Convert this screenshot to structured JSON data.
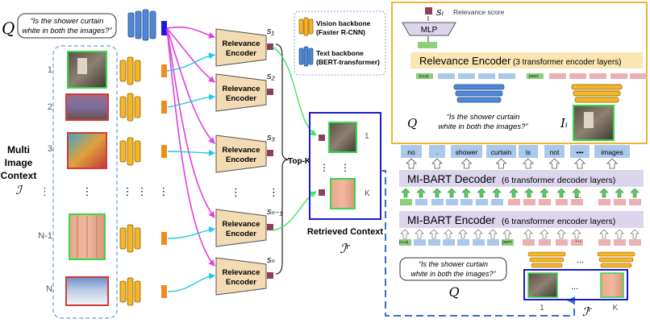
{
  "query": {
    "symbol": "Q",
    "text_line1": "“Is the shower curtain",
    "text_line2": "white in both the images?”",
    "text_single": "“Is the shower curtain white in both the images?”"
  },
  "legend": {
    "vision_label_1": "Vision backbone",
    "vision_label_2": "(Faster R-CNN)",
    "text_label_1": "Text backbone",
    "text_label_2": "(BERT-transformer)"
  },
  "context": {
    "label_1": "Multi",
    "label_2": "Image",
    "label_3": "Context",
    "symbol": "ℐ",
    "row_labels": [
      "1",
      "2",
      "3",
      "⋮",
      "N-1",
      "N"
    ]
  },
  "encoder": {
    "label_1": "Relevance",
    "label_2": "Encoder",
    "scores": [
      "s₁",
      "s₂",
      "s₃",
      "sₙ₋₁",
      "sₙ"
    ],
    "top_k": "Top-K",
    "dots": "⋮"
  },
  "retrieved": {
    "label_top": "1",
    "label_bottom": "K",
    "caption": "Retrieved Context",
    "symbol": "ℐʳ"
  },
  "detail": {
    "score_symbol": "sᵢ",
    "score_caption": "Relevance score",
    "mlp": "MLP",
    "encoder_title": "Relevance Encoder",
    "encoder_sub": "(3 transformer encoder layers)",
    "cls": "[CLS]",
    "sep": "[SEP]",
    "image_symbol": "Iᵢ"
  },
  "mibart": {
    "output_tokens": [
      "no",
      ".",
      "shower",
      "curtain",
      "is",
      "not",
      "•••",
      "images"
    ],
    "decoder_title": "MI-BART Decoder",
    "decoder_sub": "(6 transformer decoder layers)",
    "encoder_title": "MI-BART Encoder",
    "encoder_sub": "(6 transformer encoder layers)",
    "cls": "[CLS]",
    "sep": "[SEP]",
    "dots": "...",
    "img_label_1": "1",
    "img_label_k": "K",
    "context_symbol": "ℐʳ"
  },
  "colors": {
    "encoder_fill": "#f3dcb4",
    "score_fill": "#8c3f5c",
    "magenta": "#e23ee0",
    "cyan": "#22c9e8",
    "green": "#38e85a",
    "blue_box": "#1a1acd",
    "dashed_blue": "#3a6fc8",
    "bart_fill": "#ddd5ec",
    "detail_border": "#f0b432",
    "detail_bar": "#fbe6b3",
    "token_blue": "#a9c8ec",
    "token_red": "#ebb1b2",
    "token_green": "#8fcf7c",
    "vision_yellow": "#f4b627",
    "text_blue": "#4f87d4"
  }
}
